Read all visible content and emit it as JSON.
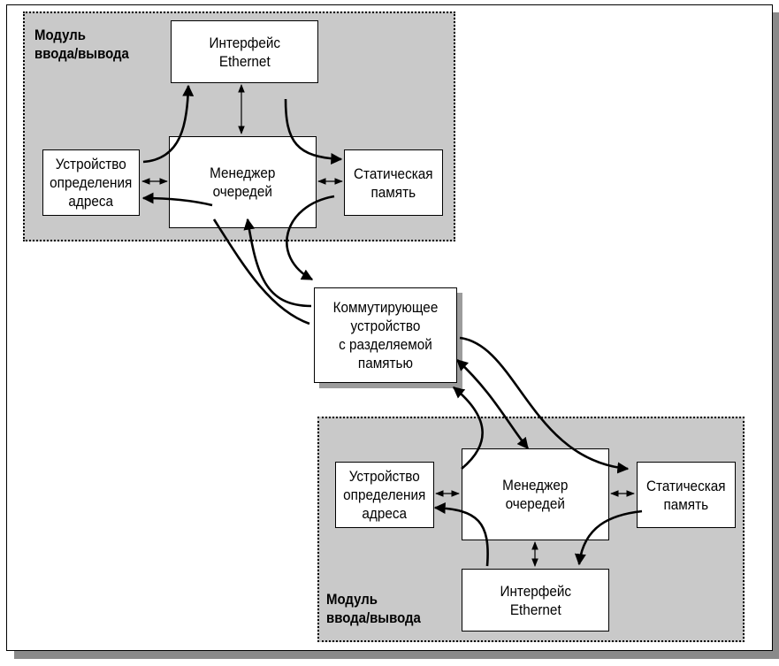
{
  "modules": {
    "top": {
      "label_line1": "Модуль",
      "label_line2": "ввода/вывода"
    },
    "bottom": {
      "label_line1": "Модуль",
      "label_line2": "ввода/вывода"
    }
  },
  "blocks": {
    "top_ethernet": {
      "line1": "Интерфейс",
      "line2": "Ethernet"
    },
    "top_manager": {
      "line1": "Менеджер",
      "line2": "очередей"
    },
    "top_address": {
      "line1": "Устройство",
      "line2": "определения",
      "line3": "адреса"
    },
    "top_static": {
      "line1": "Статическая",
      "line2": "память"
    },
    "switch": {
      "line1": "Коммутирующее",
      "line2": "устройство",
      "line3": "с разделяемой",
      "line4": "памятью"
    },
    "bot_manager": {
      "line1": "Менеджер",
      "line2": "очередей"
    },
    "bot_address": {
      "line1": "Устройство",
      "line2": "определения",
      "line3": "адреса"
    },
    "bot_static": {
      "line1": "Статическая",
      "line2": "память"
    },
    "bot_ethernet": {
      "line1": "Интерфейс",
      "line2": "Ethernet"
    }
  }
}
